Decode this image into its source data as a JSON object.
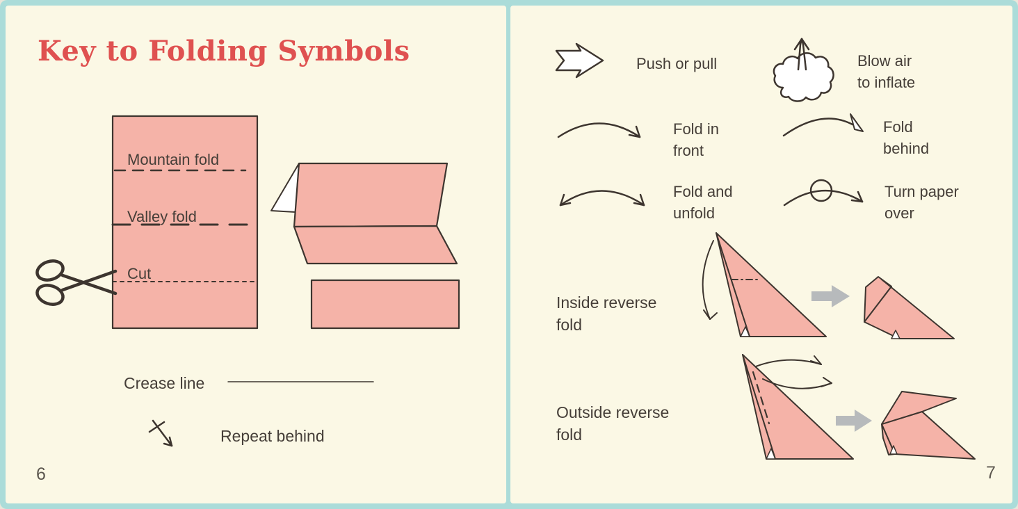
{
  "colors": {
    "paper": "#fbf8e5",
    "frame": "#abdcd9",
    "pink": "#f5b3a8",
    "ink": "#3d352f",
    "title_red": "#df5150",
    "step_arrow_gray": "#b7babc",
    "page_number_gray": "#5c574f"
  },
  "book": {
    "left_page": {
      "title": "Key to Folding Symbols",
      "page_number": "6",
      "labels": {
        "mountain": "Mountain fold",
        "valley": "Valley fold",
        "cut": "Cut",
        "crease": "Crease line",
        "repeat": "Repeat behind"
      }
    },
    "right_page": {
      "page_number": "7",
      "labels": {
        "push_pull": "Push or pull",
        "blow_1": "Blow air",
        "blow_2": "to inflate",
        "fold_front_1": "Fold in",
        "fold_front_2": "front",
        "fold_behind_1": "Fold",
        "fold_behind_2": "behind",
        "fold_unfold_1": "Fold and",
        "fold_unfold_2": "unfold",
        "turn_over_1": "Turn paper",
        "turn_over_2": "over",
        "inside_1": "Inside reverse",
        "inside_2": "fold",
        "outside_1": "Outside reverse",
        "outside_2": "fold"
      }
    },
    "icons": {
      "scissors": "scissors-icon",
      "push_pull": "push-pull-arrow-icon",
      "blow_air": "blow-air-cloud-icon",
      "fold_front": "fold-in-front-arrow-icon",
      "fold_behind": "fold-behind-arrow-icon",
      "fold_unfold": "fold-and-unfold-arrow-icon",
      "turn_over": "turn-paper-over-icon",
      "repeat_behind": "repeat-behind-arrow-icon",
      "step_arrow": "step-arrow-icon"
    }
  }
}
